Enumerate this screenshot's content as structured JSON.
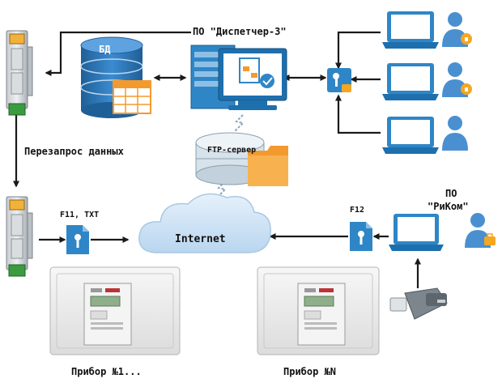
{
  "labels": {
    "software_dispatcher": "ПО \"Диспетчер-3\"",
    "database": "БД",
    "re_request": "Перезапрос данных",
    "ftp_server": "FTP-сервер",
    "internet": "Internet",
    "f11_txt": "F11, TXT",
    "f12": "F12",
    "software_rikom_line1": "ПО",
    "software_rikom_line2": "\"РиКом\"",
    "device_1": "Прибор №1...",
    "device_n": "Прибор №N"
  },
  "colors": {
    "arrow": "#1a1a1a",
    "db_blue": "#2e78b7",
    "db_light": "#bcd6ee",
    "orange": "#f39a2e",
    "screen_blue": "#2f86c6",
    "cloud": "#cde3f5",
    "user_blue": "#4a90d0",
    "lock_orange": "#f5a623",
    "modem_gray": "#9aa1a6",
    "modem_green": "#3a9b3f",
    "cabinet": "#eeeeee"
  },
  "icons": [
    "database-icon",
    "server-icon",
    "monitor-icon",
    "lock-key-icon",
    "laptop-icon",
    "user-icon",
    "ftp-server-icon",
    "cloud-icon",
    "file-key-icon",
    "modem-icon",
    "usb-adapter-icon",
    "meter-cabinet-icon"
  ]
}
